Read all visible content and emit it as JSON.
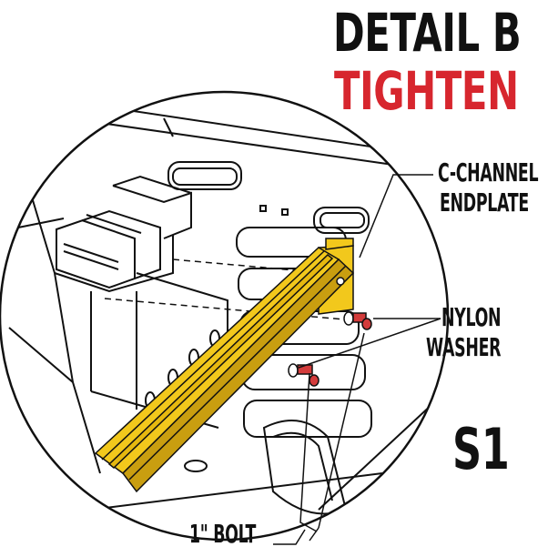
{
  "title": {
    "line1": "DETAIL B",
    "line2": "TIGHTEN"
  },
  "callouts": {
    "c_channel_line1": "C-CHANNEL",
    "c_channel_line2": "ENDPLATE",
    "nylon_line1": "NYLON",
    "nylon_line2": "WASHER",
    "bolt": "1\" BOLT"
  },
  "step_label": "S1",
  "colors": {
    "title": "#111111",
    "accent": "#d7262e",
    "channel": "#f2c81c",
    "channel_shade": "#c99e10",
    "bolt_head": "#d33b3b",
    "line": "#111111"
  }
}
